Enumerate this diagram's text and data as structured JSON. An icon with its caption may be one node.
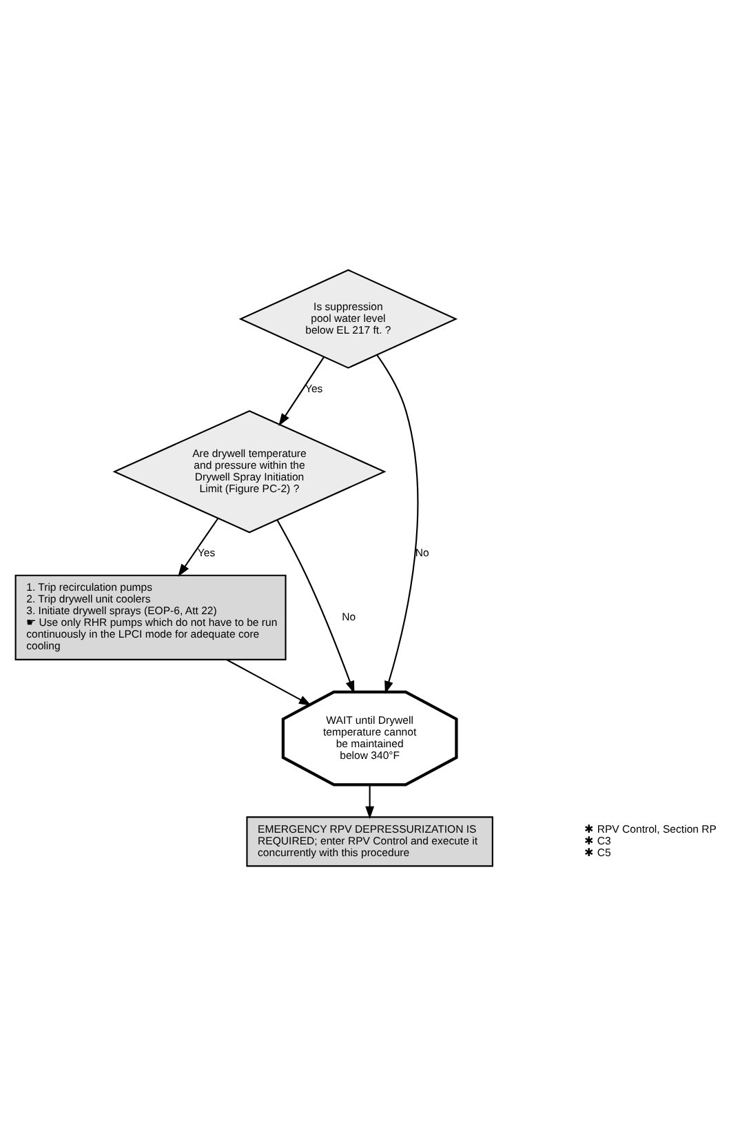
{
  "diagram": {
    "nodes": [
      {
        "text": [
          "Is suppression pool water level below EL 217 ft. ?"
        ]
      },
      {
        "text": [
          "Are drywell temperature and pressure within the Drywell Spray Initiation Limit (Figure PC-2) ?"
        ]
      },
      {
        "text": [
          "1. Trip recirculation pumps",
          "2. Trip drywell unit coolers",
          "3. Initiate drywell sprays (EOP-6, Att 22)",
          "☛ Use only RHR pumps which do not have to be run continuously in the LPCI mode for adequate core cooling"
        ]
      },
      {
        "text": [
          "WAIT until Drywell temperature cannot be maintained below 340°F"
        ]
      },
      {
        "text": [
          "EMERGENCY RPV DEPRESSURIZATION IS REQUIRED; enter RPV Control and execute it concurrently with this procedure"
        ],
        "beside": [
          "✱ RPV Control, Section RP",
          "✱ C3",
          "✱ C5"
        ]
      }
    ],
    "edges": [
      {
        "from": 0,
        "to": 1,
        "arrow": "to",
        "label": "Yes"
      },
      {
        "from": 0,
        "to": 3,
        "arrow": "to",
        "label": "No"
      },
      {
        "from": 1,
        "to": 2,
        "arrow": "to",
        "label": "Yes"
      },
      {
        "from": 1,
        "to": 3,
        "arrow": "to",
        "label": "No"
      },
      {
        "from": 2,
        "to": 3,
        "arrow": "to"
      },
      {
        "from": 3,
        "to": 4,
        "arrow": "to"
      }
    ]
  }
}
